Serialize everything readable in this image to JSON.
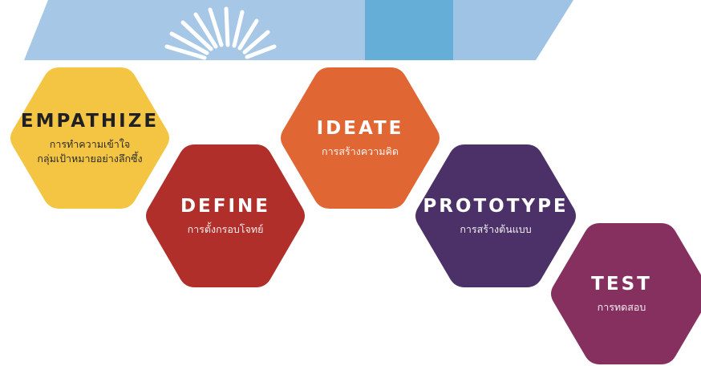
{
  "colors": {
    "banner_light": "#a6c8e6",
    "banner_mid": "#64aed8",
    "banner_right": "#9fc3e4",
    "empathize": "#f3c542",
    "define": "#b02f2b",
    "ideate": "#e06634",
    "prototype": "#4b3168",
    "test": "#86305f"
  },
  "stages": [
    {
      "title": "EMPATHIZE",
      "subtitle": "การทำความเข้าใจ\nกลุ่มเป้าหมายอย่างลึกซึ้ง"
    },
    {
      "title": "DEFINE",
      "subtitle": "การตั้งกรอบโจทย์"
    },
    {
      "title": "IDEATE",
      "subtitle": "การสร้างความคิด"
    },
    {
      "title": "PROTOTYPE",
      "subtitle": "การสร้างต้นแบบ"
    },
    {
      "title": "TEST",
      "subtitle": "การทดสอบ"
    }
  ]
}
